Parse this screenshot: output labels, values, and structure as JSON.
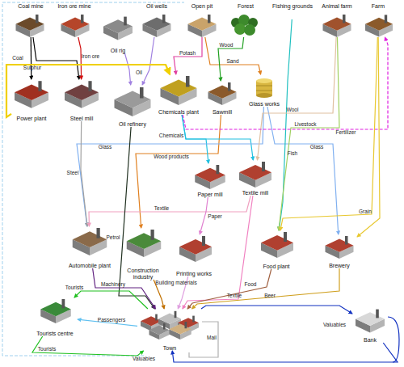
{
  "diagram": {
    "nodes": [
      {
        "text": [
          "Coal mine"
        ]
      },
      {
        "text": [
          "Iron ore mine"
        ]
      },
      {
        "text": [
          "Oil rig"
        ]
      },
      {
        "text": [
          "Oil wells"
        ]
      },
      {
        "text": [
          "Open pit"
        ]
      },
      {
        "text": [
          "Forest"
        ]
      },
      {
        "text": [
          "Fishing grounds"
        ]
      },
      {
        "text": [
          "Animal farm"
        ]
      },
      {
        "text": [
          "Farm"
        ]
      },
      {
        "text": [
          "Power plant"
        ]
      },
      {
        "text": [
          "Steel mill"
        ]
      },
      {
        "text": [
          "Oil refinery"
        ]
      },
      {
        "text": [
          "Chemicals plant"
        ]
      },
      {
        "text": [
          "Sawmill"
        ]
      },
      {
        "text": [
          "Glass works"
        ]
      },
      {
        "text": [
          "Paper mill"
        ]
      },
      {
        "text": [
          "Textile mill"
        ]
      },
      {
        "text": [
          "Automobile plant"
        ]
      },
      {
        "text": [
          "Construction industry"
        ]
      },
      {
        "text": [
          "Printing works"
        ]
      },
      {
        "text": [
          "Food plant"
        ]
      },
      {
        "text": [
          "Brewery"
        ]
      },
      {
        "text": [
          "Tourists centre"
        ]
      },
      {
        "text": [
          "Town"
        ]
      },
      {
        "text": [
          "Bank"
        ]
      }
    ],
    "edges": [
      {
        "from": 0,
        "to": 9,
        "label": "Coal",
        "arrow": "to"
      },
      {
        "from": 0,
        "to": 10,
        "arrow": "to"
      },
      {
        "from": 1,
        "to": 10,
        "label": "Iron ore",
        "arrow": "to"
      },
      {
        "from": 2,
        "to": 11,
        "label": "Oil",
        "arrow": "to"
      },
      {
        "from": 3,
        "to": 11,
        "arrow": "to"
      },
      {
        "from": 9,
        "to": 12,
        "label": "Sulphur",
        "arrow": "to"
      },
      {
        "from": 4,
        "to": 12,
        "label": "Potash",
        "arrow": "to"
      },
      {
        "from": 4,
        "to": 14,
        "label": "Sand",
        "arrow": "to"
      },
      {
        "from": 5,
        "to": 13,
        "label": "Wood",
        "arrow": "to"
      },
      {
        "from": 13,
        "to": 18,
        "label": "Wood products",
        "arrow": "to"
      },
      {
        "from": 12,
        "to": 15,
        "label": "Chemicals",
        "arrow": "to"
      },
      {
        "from": 12,
        "to": 16,
        "arrow": "to"
      },
      {
        "from": 14,
        "to": 17,
        "label": "Glass",
        "arrow": "to"
      },
      {
        "from": 14,
        "to": 21,
        "label": "Glass",
        "arrow": "to"
      },
      {
        "from": 6,
        "to": 20,
        "label": "Fish",
        "arrow": "to"
      },
      {
        "from": 7,
        "to": 16,
        "label": "Wool",
        "arrow": "to"
      },
      {
        "from": 7,
        "to": 20,
        "label": "Livestock",
        "arrow": "to"
      },
      {
        "from": 12,
        "to": 8,
        "label": "Fertilizer",
        "arrow": "to"
      },
      {
        "from": 8,
        "to": 21,
        "label": "Grain",
        "arrow": "to"
      },
      {
        "from": 8,
        "to": 20,
        "arrow": "to"
      },
      {
        "from": 10,
        "to": 17,
        "label": "Steel",
        "arrow": "to"
      },
      {
        "from": 16,
        "to": 17,
        "label": "Textile",
        "arrow": "to"
      },
      {
        "from": 15,
        "to": 19,
        "label": "Paper",
        "arrow": "to"
      },
      {
        "from": 11,
        "to": 23,
        "label": "Petrol",
        "arrow": "to"
      },
      {
        "from": 17,
        "to": 23,
        "label": "Machinery",
        "arrow": "to"
      },
      {
        "from": 18,
        "to": 23,
        "label": "Building materials",
        "arrow": "to"
      },
      {
        "from": 19,
        "to": 23,
        "arrow": "to"
      },
      {
        "from": 16,
        "to": 23,
        "label": "Textile",
        "arrow": "to"
      },
      {
        "from": 20,
        "to": 23,
        "label": "Food",
        "arrow": "to"
      },
      {
        "from": 21,
        "to": 23,
        "label": "Beer",
        "arrow": "to"
      },
      {
        "from": 23,
        "to": 22,
        "label": "Tourists",
        "arrow": "to"
      },
      {
        "from": 22,
        "to": 23,
        "label": "Tourists",
        "arrow": "to"
      },
      {
        "from": 23,
        "to": 22,
        "label": "Passengers",
        "arrow": "to"
      },
      {
        "from": 23,
        "to": 24,
        "label": "Valuables",
        "arrow": "to"
      },
      {
        "from": 24,
        "to": 23,
        "label": "Valuables",
        "arrow": "to"
      }
    ],
    "labels": [
      "Mail"
    ]
  }
}
